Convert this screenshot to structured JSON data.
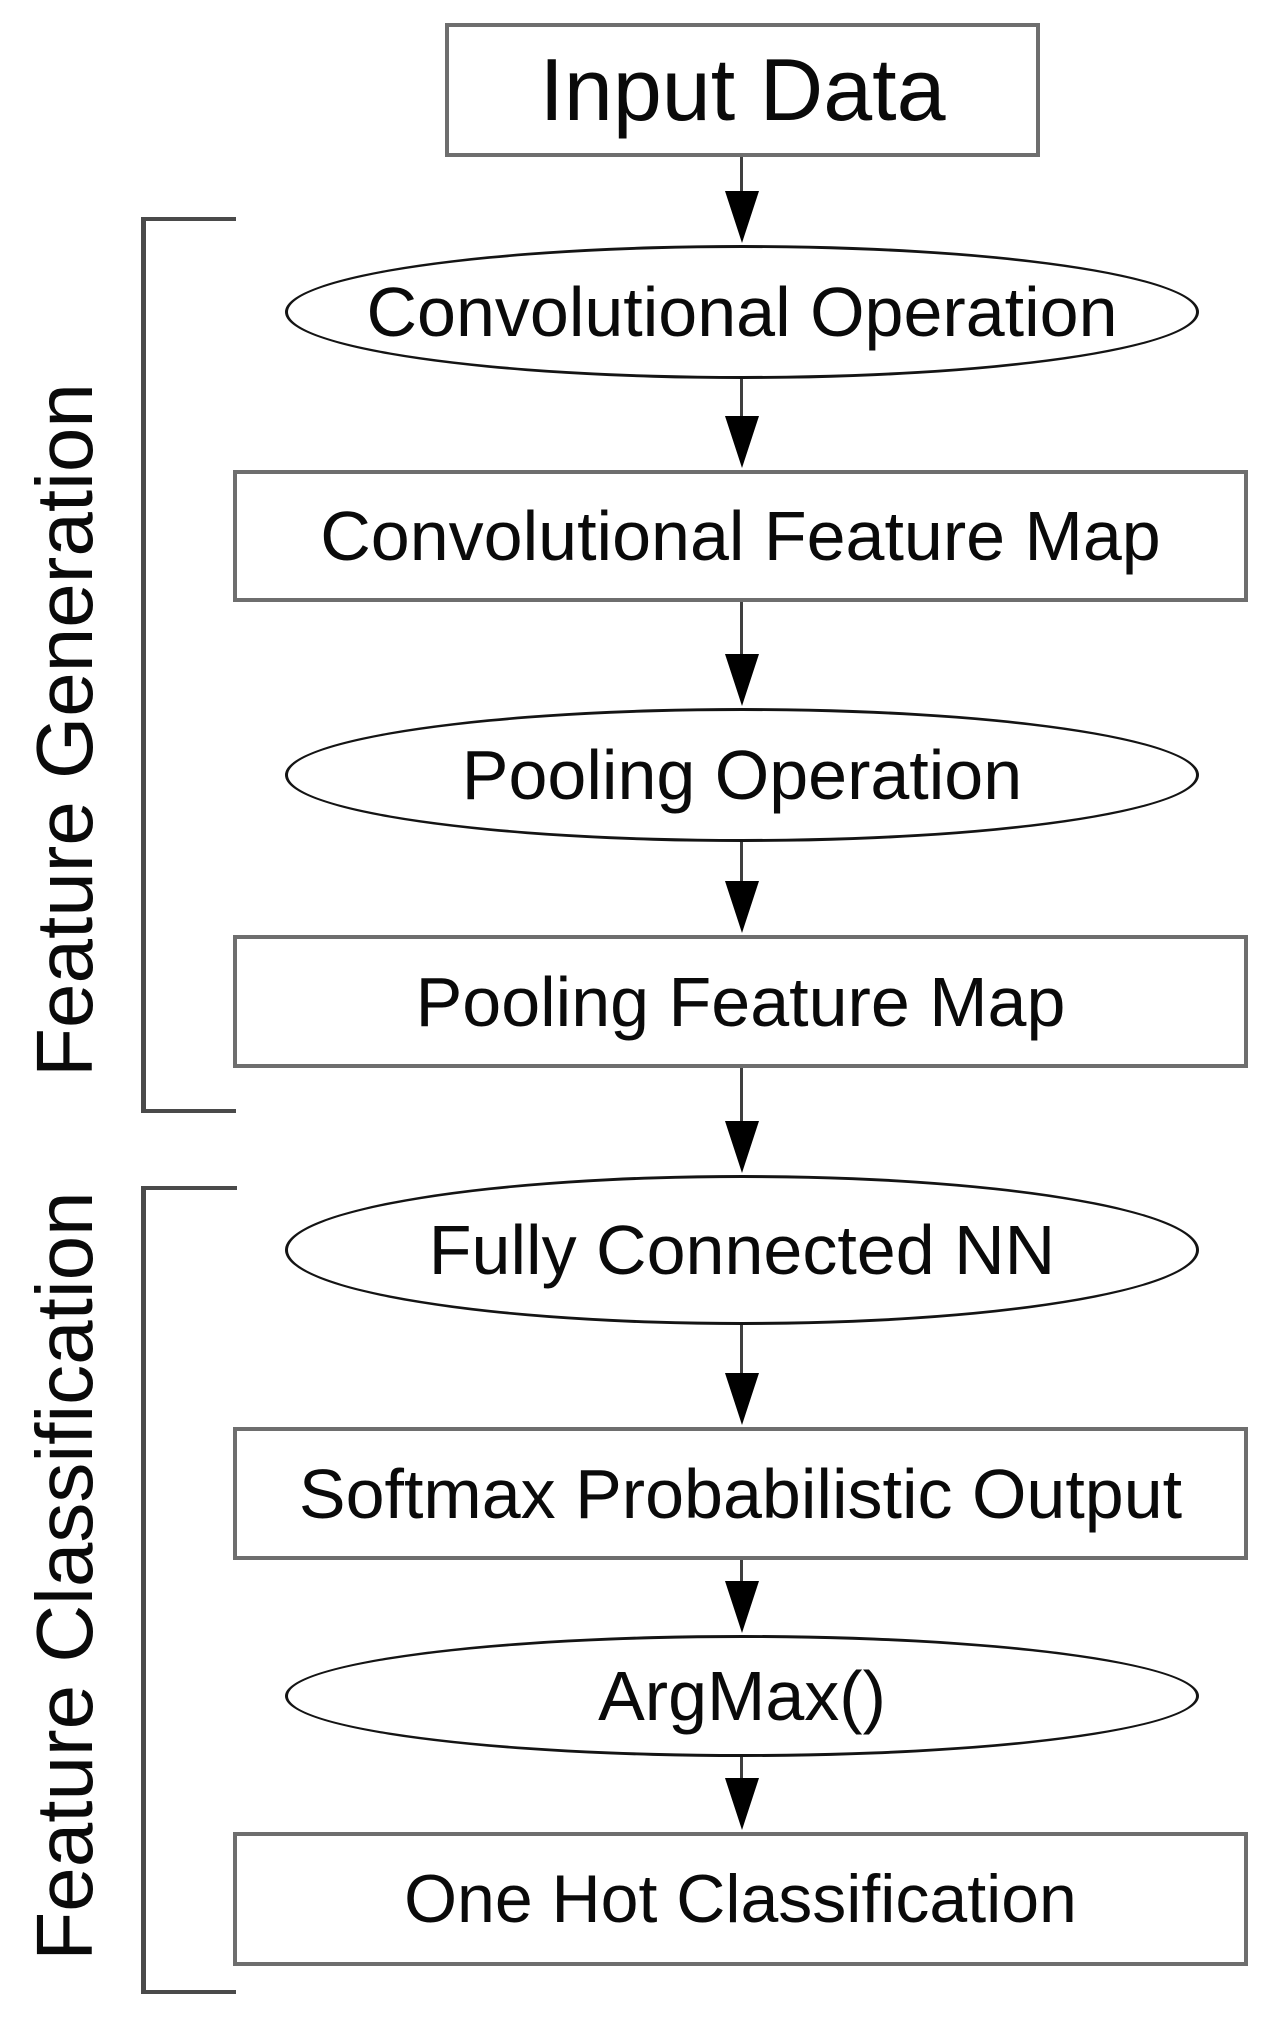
{
  "diagram": {
    "type": "flowchart",
    "direction": "top-down",
    "nodes": [
      {
        "id": "input-data",
        "shape": "rect",
        "label": "Input Data"
      },
      {
        "id": "convolutional-operation",
        "shape": "ellipse",
        "label": "Convolutional Operation"
      },
      {
        "id": "convolutional-feature-map",
        "shape": "rect",
        "label": "Convolutional Feature Map"
      },
      {
        "id": "pooling-operation",
        "shape": "ellipse",
        "label": "Pooling Operation"
      },
      {
        "id": "pooling-feature-map",
        "shape": "rect",
        "label": "Pooling Feature Map"
      },
      {
        "id": "fully-connected-nn",
        "shape": "ellipse",
        "label": "Fully Connected NN"
      },
      {
        "id": "softmax-probabilistic-output",
        "shape": "rect",
        "label": "Softmax Probabilistic Output"
      },
      {
        "id": "argmax",
        "shape": "ellipse",
        "label": "ArgMax()"
      },
      {
        "id": "one-hot-classification",
        "shape": "rect",
        "label": "One Hot Classification"
      }
    ],
    "edges": [
      {
        "from": "input-data",
        "to": "convolutional-operation"
      },
      {
        "from": "convolutional-operation",
        "to": "convolutional-feature-map"
      },
      {
        "from": "convolutional-feature-map",
        "to": "pooling-operation"
      },
      {
        "from": "pooling-operation",
        "to": "pooling-feature-map"
      },
      {
        "from": "pooling-feature-map",
        "to": "fully-connected-nn"
      },
      {
        "from": "fully-connected-nn",
        "to": "softmax-probabilistic-output"
      },
      {
        "from": "softmax-probabilistic-output",
        "to": "argmax"
      },
      {
        "from": "argmax",
        "to": "one-hot-classification"
      }
    ],
    "groups": [
      {
        "label": "Feature Generation",
        "contains": [
          "convolutional-operation",
          "convolutional-feature-map",
          "pooling-operation",
          "pooling-feature-map"
        ]
      },
      {
        "label": "Feature Classification",
        "contains": [
          "fully-connected-nn",
          "softmax-probabilistic-output",
          "argmax",
          "one-hot-classification"
        ]
      }
    ],
    "colors": {
      "background": "#ffffff",
      "rect_border": "#6e6e6e",
      "ellipse_border": "#141414",
      "arrow_head": "#000000",
      "arrow_stem": "#3f3f3f",
      "bracket": "#4a4a4a",
      "text": "#0a0a0a"
    }
  }
}
